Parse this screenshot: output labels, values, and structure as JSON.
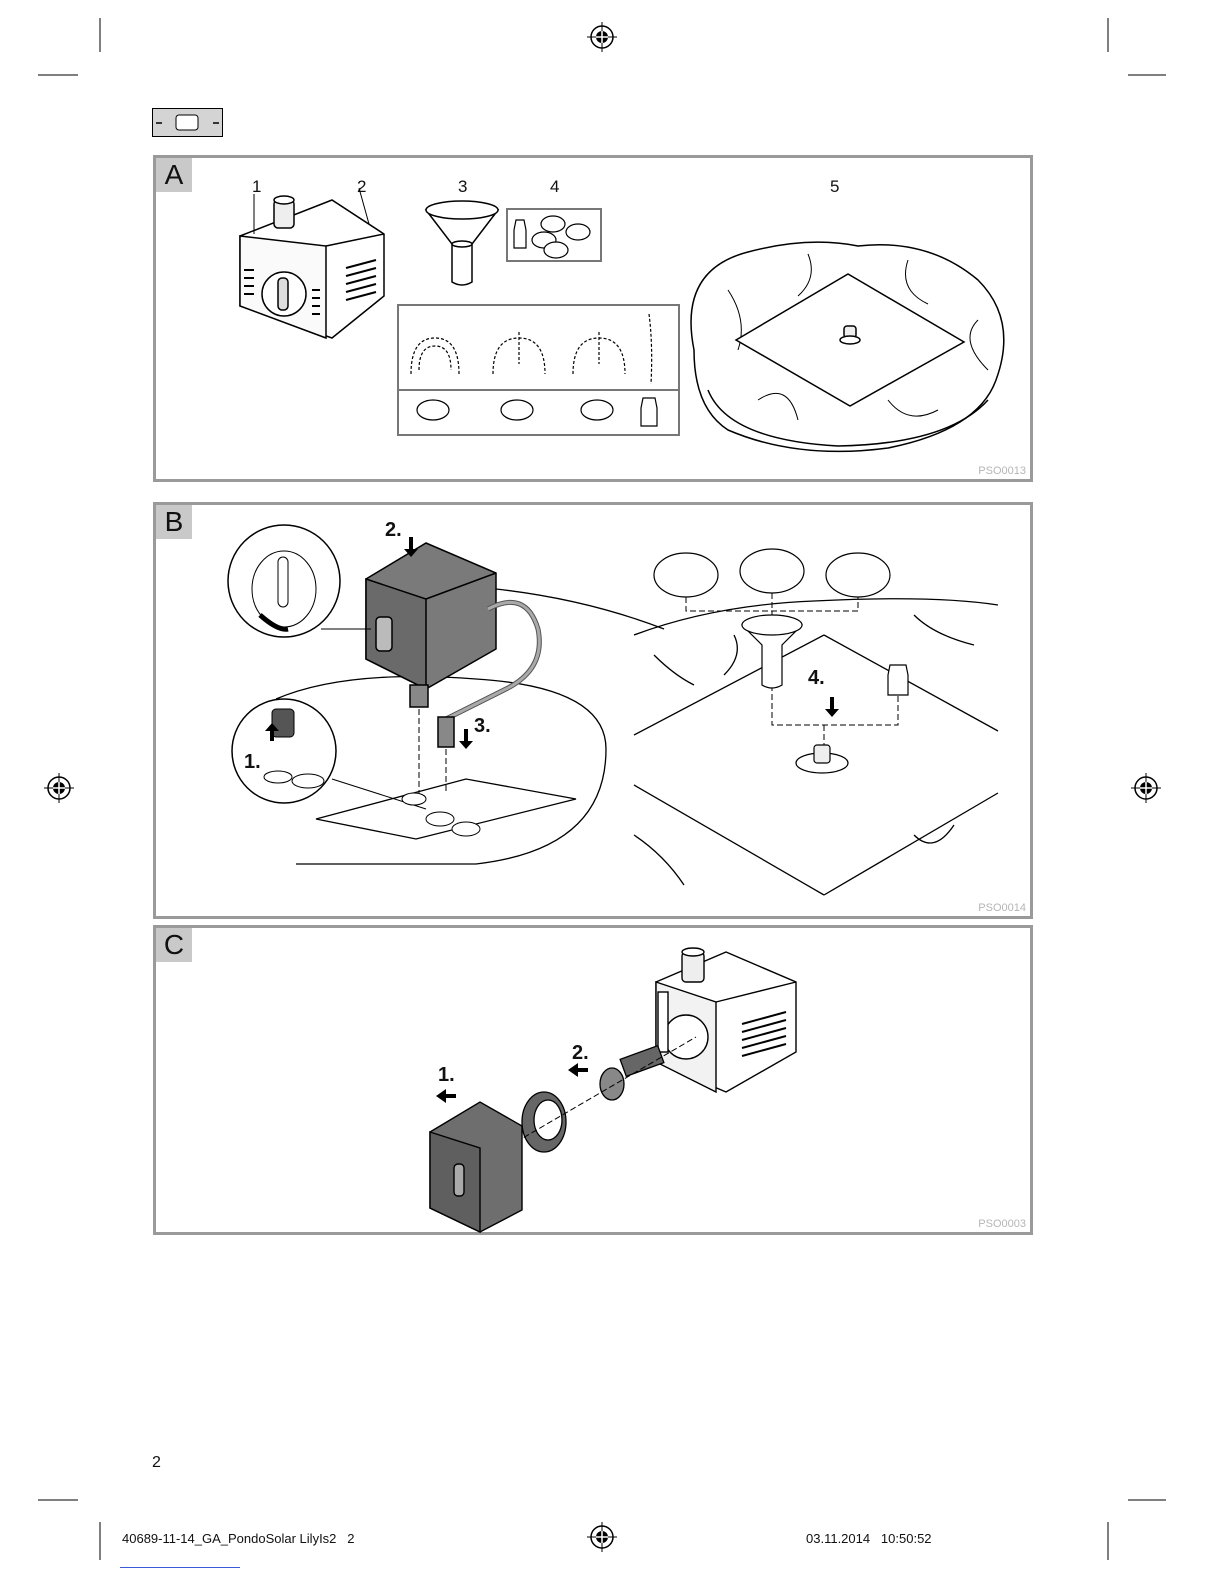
{
  "header": {
    "section_icon": "dash-rectangle-dash"
  },
  "panels": {
    "a": {
      "letter": "A",
      "code": "PSO0013",
      "labels": [
        "1",
        "2",
        "3",
        "4",
        "5"
      ]
    },
    "b": {
      "letter": "B",
      "code": "PSO0014",
      "steps": [
        "1.",
        "2.",
        "3.",
        "4."
      ]
    },
    "c": {
      "letter": "C",
      "code": "PSO0003",
      "steps": [
        "1.",
        "2."
      ]
    }
  },
  "page_number": "2",
  "footer": {
    "file": "40689-11-14_GA_PondoSolar LilyIs2   2",
    "timestamp": "03.11.2014   10:50:52"
  }
}
